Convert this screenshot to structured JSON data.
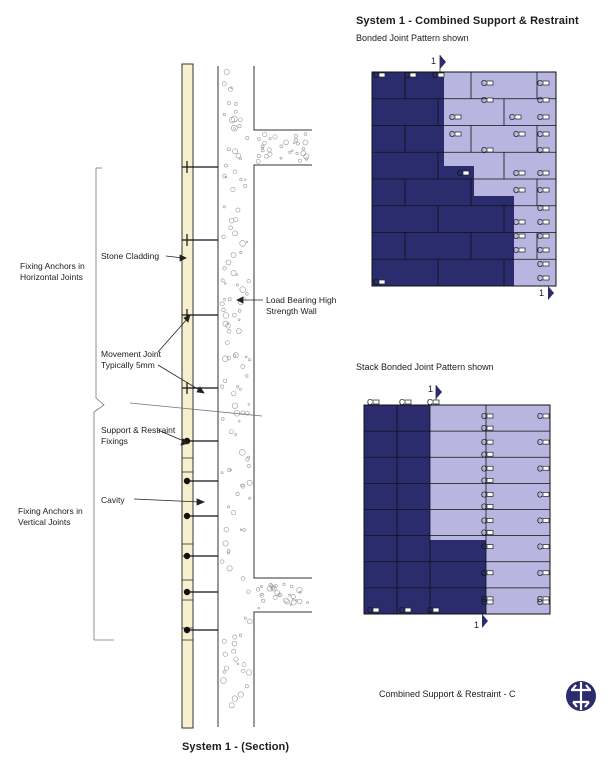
{
  "header": {
    "title": "System 1 - Combined Support & Restraint",
    "bonded_subtitle": "Bonded Joint Pattern shown",
    "stack_subtitle": "Stack Bonded Joint Pattern shown"
  },
  "section": {
    "caption": "System 1 - (Section)",
    "labels": {
      "fixing_horizontal": "Fixing Anchors in Horizontal Joints",
      "fixing_vertical": "Fixing Anchors in Vertical Joints",
      "stone_cladding": "Stone Cladding",
      "movement_joint": "Movement Joint Typically 5mm",
      "support_restraint": "Support & Restraint Fixings",
      "cavity": "Cavity",
      "load_bearing": "Load Bearing High Strength Wall"
    }
  },
  "elevation": {
    "section_marker": "1",
    "anchor_letter": "C",
    "legend": "Combined Support & Restraint - C"
  },
  "colors": {
    "dark_panel": "#2b2c6e",
    "light_panel": "#b8b6e0",
    "cladding": "#f7f0cf",
    "ink": "#1c1c1c"
  }
}
